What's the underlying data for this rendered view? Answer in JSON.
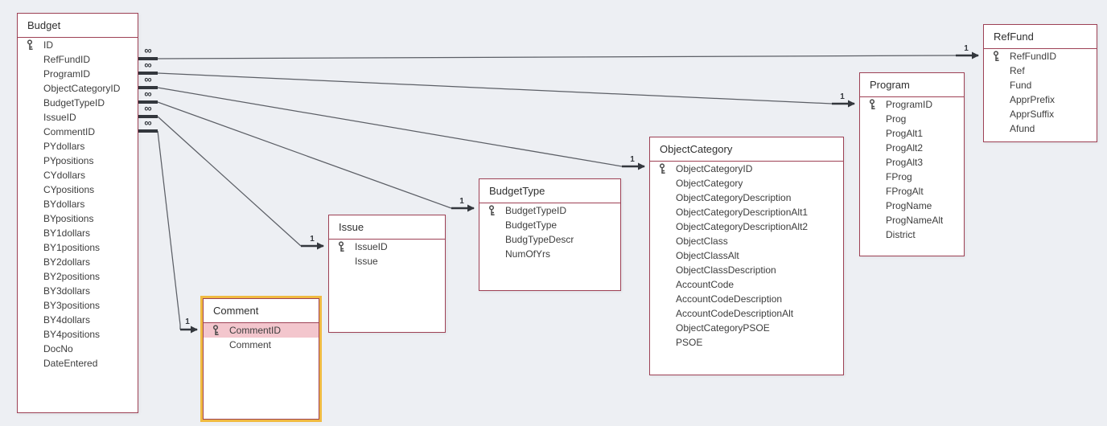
{
  "colors": {
    "canvas_background": "#edeff3",
    "table_border": "#9e4155",
    "selected_outline": "#f0ba41",
    "highlighted_row": "#f3c6cd",
    "relationship_line": "#5c5f66",
    "cardinality_symbol": "#33373d"
  },
  "selection": {
    "table": "Comment",
    "field": "CommentID"
  },
  "tables": [
    {
      "id": "budget",
      "name": "Budget",
      "fields": [
        {
          "name": "ID",
          "pk": true
        },
        {
          "name": "RefFundID"
        },
        {
          "name": "ProgramID"
        },
        {
          "name": "ObjectCategoryID"
        },
        {
          "name": "BudgetTypeID"
        },
        {
          "name": "IssueID"
        },
        {
          "name": "CommentID"
        },
        {
          "name": "PYdollars"
        },
        {
          "name": "PYpositions"
        },
        {
          "name": "CYdollars"
        },
        {
          "name": "CYpositions"
        },
        {
          "name": "BYdollars"
        },
        {
          "name": "BYpositions"
        },
        {
          "name": "BY1dollars"
        },
        {
          "name": "BY1positions"
        },
        {
          "name": "BY2dollars"
        },
        {
          "name": "BY2positions"
        },
        {
          "name": "BY3dollars"
        },
        {
          "name": "BY3positions"
        },
        {
          "name": "BY4dollars"
        },
        {
          "name": "BY4positions"
        },
        {
          "name": "DocNo"
        },
        {
          "name": "DateEntered"
        }
      ]
    },
    {
      "id": "comment",
      "name": "Comment",
      "selected": true,
      "fields": [
        {
          "name": "CommentID",
          "pk": true,
          "highlighted": true
        },
        {
          "name": "Comment"
        }
      ]
    },
    {
      "id": "issue",
      "name": "Issue",
      "fields": [
        {
          "name": "IssueID",
          "pk": true
        },
        {
          "name": "Issue"
        }
      ]
    },
    {
      "id": "budgettype",
      "name": "BudgetType",
      "fields": [
        {
          "name": "BudgetTypeID",
          "pk": true
        },
        {
          "name": "BudgetType"
        },
        {
          "name": "BudgTypeDescr"
        },
        {
          "name": "NumOfYrs"
        }
      ]
    },
    {
      "id": "objectcategory",
      "name": "ObjectCategory",
      "fields": [
        {
          "name": "ObjectCategoryID",
          "pk": true
        },
        {
          "name": "ObjectCategory"
        },
        {
          "name": "ObjectCategoryDescription"
        },
        {
          "name": "ObjectCategoryDescriptionAlt1"
        },
        {
          "name": "ObjectCategoryDescriptionAlt2"
        },
        {
          "name": "ObjectClass"
        },
        {
          "name": "ObjectClassAlt"
        },
        {
          "name": "ObjectClassDescription"
        },
        {
          "name": "AccountCode"
        },
        {
          "name": "AccountCodeDescription"
        },
        {
          "name": "AccountCodeDescriptionAlt"
        },
        {
          "name": "ObjectCategoryPSOE"
        },
        {
          "name": "PSOE"
        }
      ]
    },
    {
      "id": "program",
      "name": "Program",
      "fields": [
        {
          "name": "ProgramID",
          "pk": true
        },
        {
          "name": "Prog"
        },
        {
          "name": "ProgAlt1"
        },
        {
          "name": "ProgAlt2"
        },
        {
          "name": "ProgAlt3"
        },
        {
          "name": "FProg"
        },
        {
          "name": "FProgAlt"
        },
        {
          "name": "ProgName"
        },
        {
          "name": "ProgNameAlt"
        },
        {
          "name": "District"
        }
      ]
    },
    {
      "id": "reffund",
      "name": "RefFund",
      "fields": [
        {
          "name": "RefFundID",
          "pk": true
        },
        {
          "name": "Ref"
        },
        {
          "name": "Fund"
        },
        {
          "name": "ApprPrefix"
        },
        {
          "name": "ApprSuffix"
        },
        {
          "name": "Afund"
        }
      ]
    }
  ],
  "relationships": [
    {
      "from_table": "Budget",
      "from_field": "RefFundID",
      "to_table": "RefFund",
      "to_field": "RefFundID",
      "many_label": "∞",
      "one_label": "1"
    },
    {
      "from_table": "Budget",
      "from_field": "ProgramID",
      "to_table": "Program",
      "to_field": "ProgramID",
      "many_label": "∞",
      "one_label": "1"
    },
    {
      "from_table": "Budget",
      "from_field": "ObjectCategoryID",
      "to_table": "ObjectCategory",
      "to_field": "ObjectCategoryID",
      "many_label": "∞",
      "one_label": "1"
    },
    {
      "from_table": "Budget",
      "from_field": "BudgetTypeID",
      "to_table": "BudgetType",
      "to_field": "BudgetTypeID",
      "many_label": "∞",
      "one_label": "1"
    },
    {
      "from_table": "Budget",
      "from_field": "IssueID",
      "to_table": "Issue",
      "to_field": "IssueID",
      "many_label": "∞",
      "one_label": "1"
    },
    {
      "from_table": "Budget",
      "from_field": "CommentID",
      "to_table": "Comment",
      "to_field": "CommentID",
      "many_label": "∞",
      "one_label": "1"
    }
  ]
}
